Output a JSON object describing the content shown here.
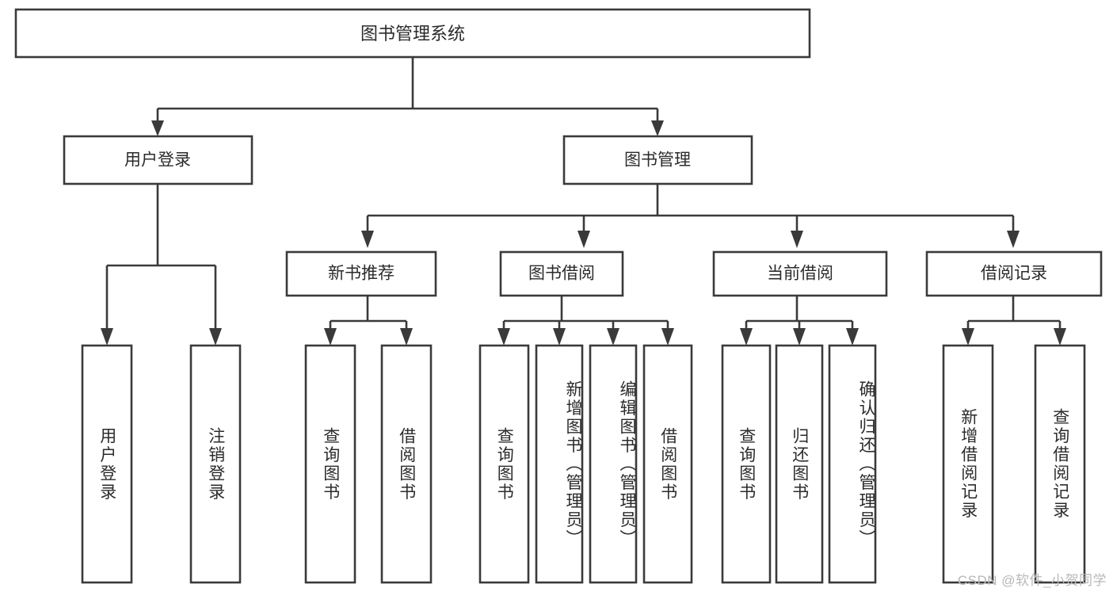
{
  "diagram": {
    "title": "图书管理系统",
    "type": "tree",
    "orientation": "top-down",
    "colors": {
      "box_stroke": "#3a3a3a",
      "box_fill": "#ffffff",
      "text": "#2b2b2b",
      "background": "#ffffff",
      "watermark": "#b8b8b8"
    },
    "root": {
      "label": "图书管理系统"
    },
    "level2": [
      {
        "label": "用户登录"
      },
      {
        "label": "图书管理"
      }
    ],
    "level3": [
      {
        "label": "新书推荐"
      },
      {
        "label": "图书借阅"
      },
      {
        "label": "当前借阅"
      },
      {
        "label": "借阅记录"
      }
    ],
    "leaves": {
      "user_login": [
        {
          "label": "用户登录"
        },
        {
          "label": "注销登录"
        }
      ],
      "new_book_recommend": [
        {
          "label": "查询图书"
        },
        {
          "label": "借阅图书"
        }
      ],
      "book_borrow": [
        {
          "label": "查询图书"
        },
        {
          "label": "新增图书（管理员）"
        },
        {
          "label": "编辑图书（管理员）"
        },
        {
          "label": "借阅图书"
        }
      ],
      "current_borrow": [
        {
          "label": "查询图书"
        },
        {
          "label": "归还图书"
        },
        {
          "label": "确认归还（管理员）"
        }
      ],
      "borrow_record": [
        {
          "label": "新增借阅记录"
        },
        {
          "label": "查询借阅记录"
        }
      ]
    }
  },
  "watermark": {
    "text": "CSDN @软件_小贺同学"
  }
}
